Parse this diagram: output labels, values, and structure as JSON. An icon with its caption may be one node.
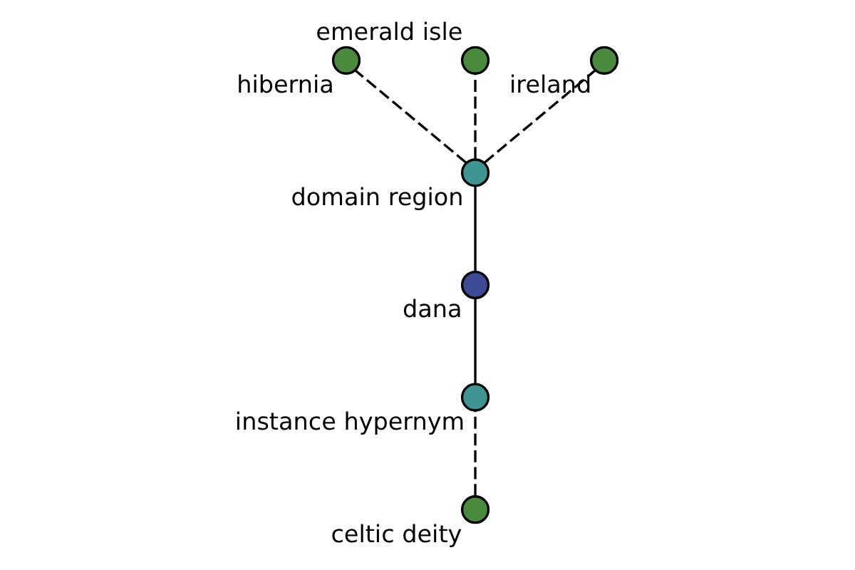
{
  "diagram": {
    "nodes": [
      {
        "text": [
          "celtic deity"
        ]
      },
      {
        "text": [
          "instance hypernym"
        ]
      },
      {
        "text": [
          "dana"
        ]
      },
      {
        "text": [
          "domain region"
        ]
      },
      {
        "text": [
          "hibernia"
        ]
      },
      {
        "text": [
          "emerald isle"
        ]
      },
      {
        "text": [
          "ireland"
        ]
      }
    ],
    "edges": [
      {
        "from": 1,
        "to": 0,
        "arrow": "none",
        "style": "dashed"
      },
      {
        "from": 2,
        "to": 1,
        "arrow": "none"
      },
      {
        "from": 2,
        "to": 3,
        "arrow": "none"
      },
      {
        "from": 3,
        "to": 4,
        "arrow": "none",
        "style": "dashed"
      },
      {
        "from": 3,
        "to": 5,
        "arrow": "none",
        "style": "dashed"
      },
      {
        "from": 3,
        "to": 6,
        "arrow": "none",
        "style": "dashed"
      }
    ]
  }
}
